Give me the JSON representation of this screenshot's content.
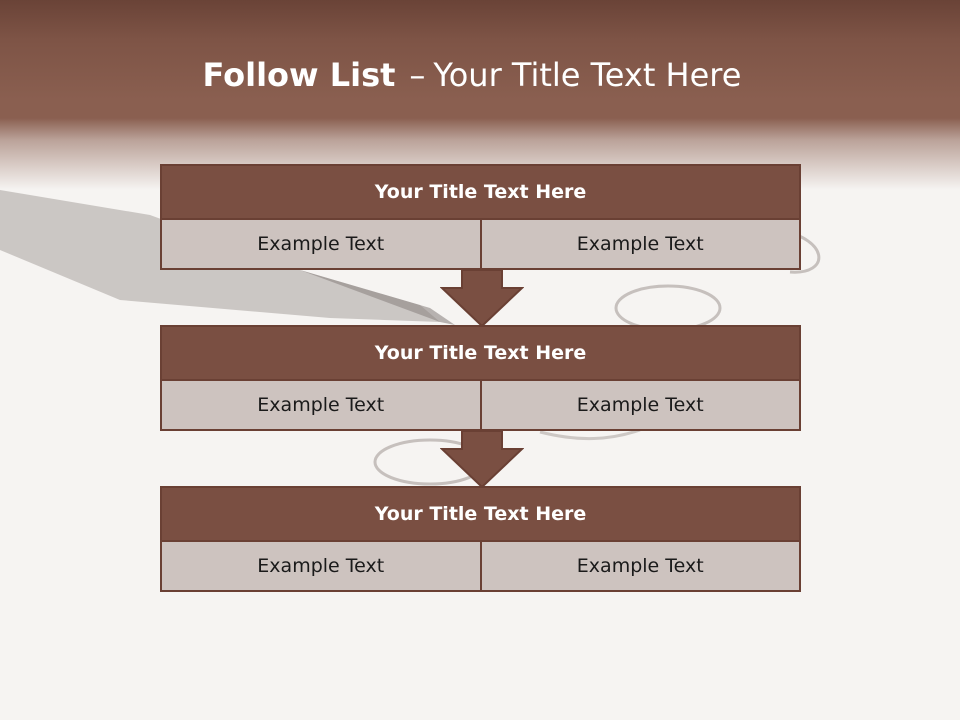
{
  "slide": {
    "title_bold": "Follow List",
    "title_dash": "–",
    "title_rest": "Your Title Text Here"
  },
  "blocks": [
    {
      "title": "Your Title Text Here",
      "cells": [
        "Example Text",
        "Example Text"
      ]
    },
    {
      "title": "Your Title Text Here",
      "cells": [
        "Example Text",
        "Example Text"
      ]
    },
    {
      "title": "Your Title Text Here",
      "cells": [
        "Example Text",
        "Example Text"
      ]
    }
  ],
  "colors": {
    "header_band": "#8a5f50",
    "block_title_bg": "#7a4f42",
    "cell_bg": "#cdc3bf",
    "arrow": "#7a4f42",
    "title_text": "#ffffff"
  },
  "icons": {
    "connector": "down-arrow-icon",
    "background": "pen-on-paper-photo"
  }
}
